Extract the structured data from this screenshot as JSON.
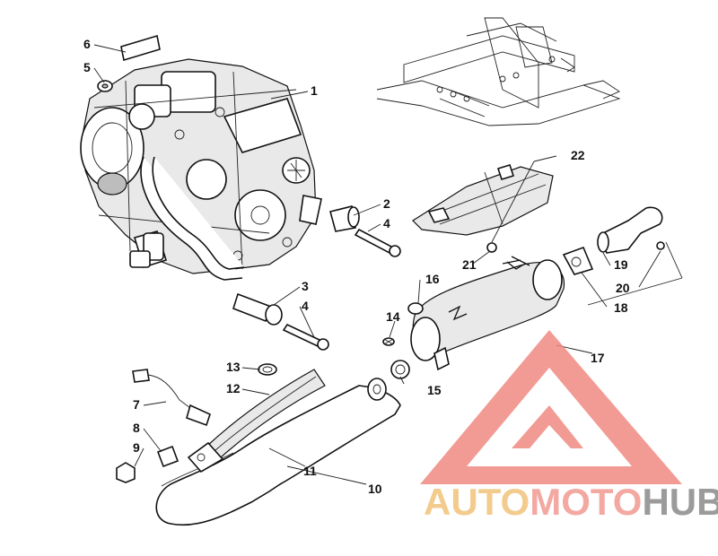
{
  "callouts": [
    {
      "id": "1",
      "text": "1"
    },
    {
      "id": "2",
      "text": "2"
    },
    {
      "id": "3",
      "text": "3"
    },
    {
      "id": "4a",
      "text": "4"
    },
    {
      "id": "4b",
      "text": "4"
    },
    {
      "id": "5",
      "text": "5"
    },
    {
      "id": "6",
      "text": "6"
    },
    {
      "id": "7",
      "text": "7"
    },
    {
      "id": "8",
      "text": "8"
    },
    {
      "id": "9",
      "text": "9"
    },
    {
      "id": "10",
      "text": "10"
    },
    {
      "id": "11",
      "text": "11"
    },
    {
      "id": "12",
      "text": "12"
    },
    {
      "id": "13",
      "text": "13"
    },
    {
      "id": "14",
      "text": "14"
    },
    {
      "id": "15",
      "text": "15"
    },
    {
      "id": "16",
      "text": "16"
    },
    {
      "id": "17",
      "text": "17"
    },
    {
      "id": "18",
      "text": "18"
    },
    {
      "id": "19",
      "text": "19"
    },
    {
      "id": "20",
      "text": "20"
    },
    {
      "id": "21",
      "text": "21"
    },
    {
      "id": "22",
      "text": "22"
    }
  ],
  "watermark": {
    "part1": "AUTO",
    "part2": "MOTO",
    "part3": "HUB",
    "color_part1": "#f0c27a",
    "color_part2": "#f29a92",
    "color_part3": "#8a8a8a",
    "triangle_color": "#f08a82"
  }
}
